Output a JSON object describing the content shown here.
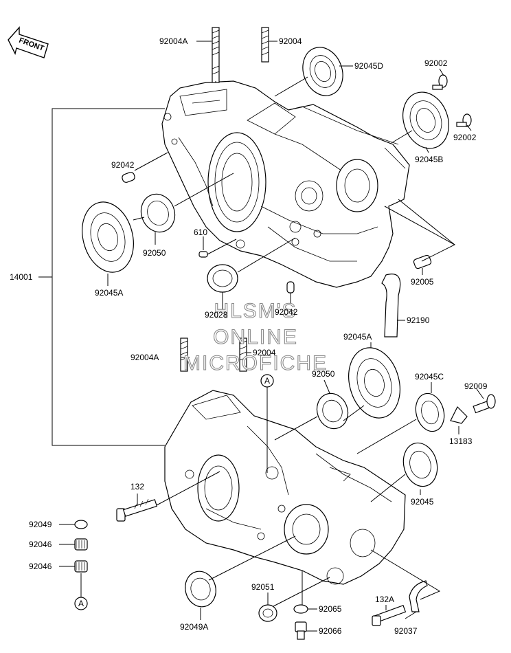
{
  "front_label": "FRONT",
  "ref_marker": "A",
  "watermark": [
    "HLSM'S",
    "ONLINE",
    "MICROFICHE"
  ],
  "labels": {
    "p92004A_top": "92004A",
    "p92004_top": "92004",
    "p92045D": "92045D",
    "p92002_a": "92002",
    "p92002_b": "92002",
    "p92045B": "92045B",
    "p92042_a": "92042",
    "p92050_top": "92050",
    "p92045A_top": "92045A",
    "p610": "610",
    "p14001": "14001",
    "p92005": "92005",
    "p92028": "92028",
    "p92042_b": "92042",
    "p92190": "92190",
    "p92045A_mid": "92045A",
    "p92004A_mid": "92004A",
    "p92004_mid": "92004",
    "p92050_mid": "92050",
    "p92045C": "92045C",
    "p92009": "92009",
    "p13183": "13183",
    "p92045": "92045",
    "p132": "132",
    "p92049": "92049",
    "p92046_a": "92046",
    "p92046_b": "92046",
    "p92049A": "92049A",
    "p92051": "92051",
    "p92065": "92065",
    "p92066": "92066",
    "p132A": "132A",
    "p92037": "92037"
  }
}
